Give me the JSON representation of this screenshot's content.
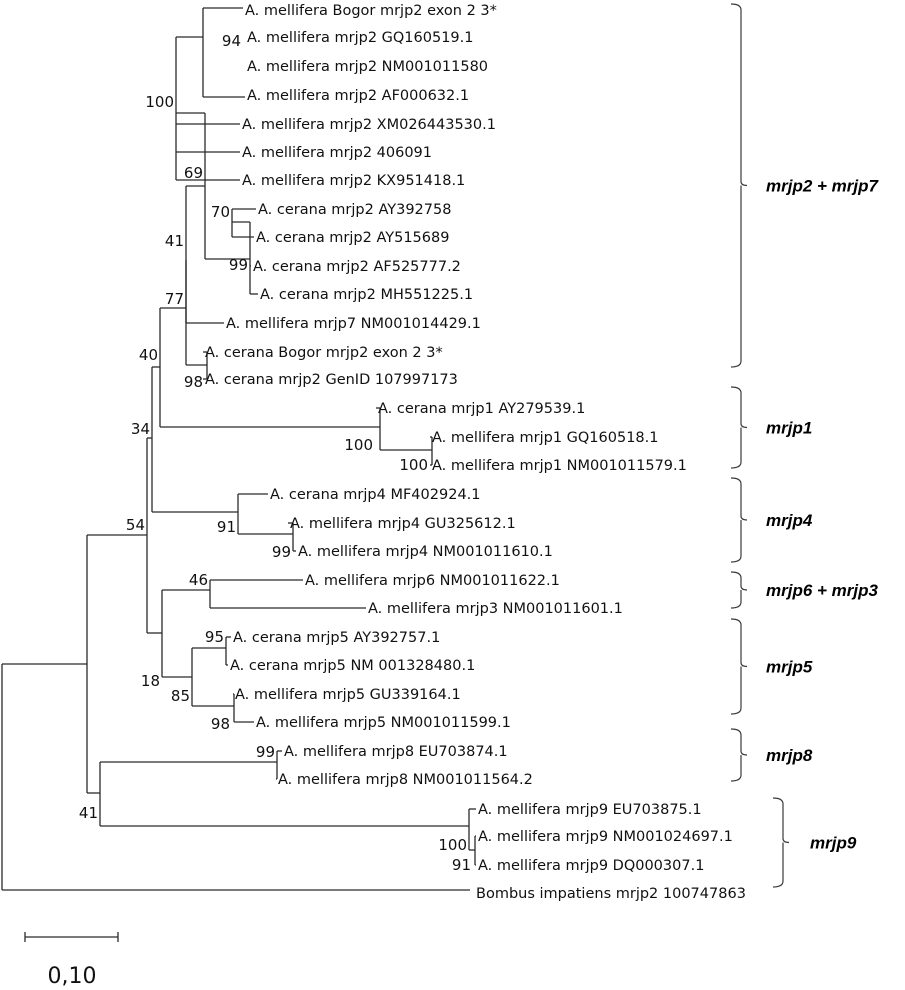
{
  "figure": {
    "type": "phylogenetic-tree",
    "leaves": [
      "A. mellifera Bogor mrjp2 exon 2 3*",
      "A. mellifera mrjp2 GQ160519.1",
      "A. mellifera mrjp2 NM001011580",
      "A. mellifera mrjp2 AF000632.1",
      "A. mellifera mrjp2 XM026443530.1",
      "A. mellifera mrjp2 406091",
      "A. mellifera mrjp2 KX951418.1",
      "A. cerana mrjp2 AY392758",
      "A. cerana mrjp2 AY515689",
      "A. cerana mrjp2 AF525777.2",
      "A. cerana mrjp2 MH551225.1",
      "A. mellifera mrjp7 NM001014429.1",
      "A. cerana Bogor mrjp2 exon 2 3*",
      "A. cerana mrjp2 GenID 107997173",
      "A. cerana mrjp1 AY279539.1",
      "A. mellifera mrjp1 GQ160518.1",
      "A. mellifera mrjp1 NM001011579.1",
      "A. cerana mrjp4 MF402924.1",
      "A. mellifera mrjp4 GU325612.1",
      "A. mellifera mrjp4 NM001011610.1",
      "A. mellifera mrjp6 NM001011622.1",
      "A. mellifera mrjp3 NM001011601.1",
      "A. cerana mrjp5 AY392757.1",
      "A. cerana mrjp5 NM 001328480.1",
      "A. mellifera mrjp5 GU339164.1",
      "A. mellifera mrjp5 NM001011599.1",
      "A. mellifera mrjp8 EU703874.1",
      "A. mellifera mrjp8 NM001011564.2",
      "A. mellifera mrjp9 EU703875.1",
      "A. mellifera mrjp9 NM001024697.1",
      "A. mellifera mrjp9 DQ000307.1",
      "Bombus impatiens mrjp2 100747863"
    ],
    "bootstrap": {
      "n94": "94",
      "n100a": "100",
      "n69": "69",
      "n70": "70",
      "n41a": "41",
      "n99a": "99",
      "n77": "77",
      "n40": "40",
      "n98a": "98",
      "n34": "34",
      "n100b": "100",
      "n100c": "100",
      "n54": "54",
      "n91a": "91",
      "n99b": "99",
      "n46": "46",
      "n18": "18",
      "n95": "95",
      "n85": "85",
      "n98b": "98",
      "n99c": "99",
      "n41b": "41",
      "n100d": "100",
      "n91b": "91"
    },
    "groups": [
      "mrjp2 + mrjp7",
      "mrjp1",
      "mrjp4",
      "mrjp6 + mrjp3",
      "mrjp5",
      "mrjp8",
      "mrjp9"
    ],
    "scale_bar": {
      "label": "0,10",
      "value": 0.1
    }
  }
}
